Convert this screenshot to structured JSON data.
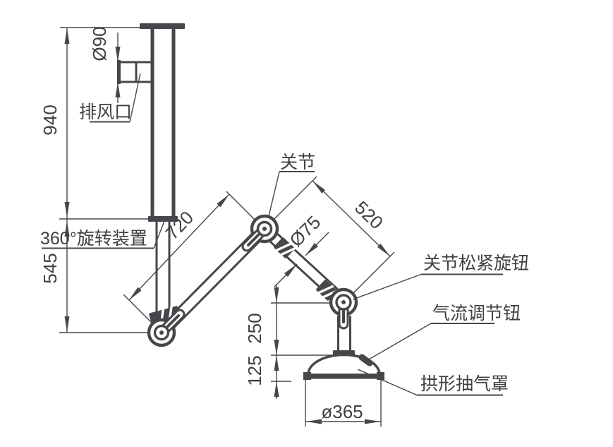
{
  "colors": {
    "line": "#47474b",
    "text": "#3f3f44",
    "background": "#ffffff"
  },
  "labels": {
    "exhaust_outlet": "排风口",
    "rotation_device": "360°旋转装置",
    "joint": "关节",
    "joint_tension_knob": "关节松紧旋钮",
    "airflow_adjust_knob": "气流调节钮",
    "arched_hood": "拱形抽气罩"
  },
  "dimensions": {
    "ceiling_to_rotation": "940",
    "rotation_to_elbow": "545",
    "outlet_diameter": "Ø90",
    "lower_arm_length": "720",
    "upper_arm_length": "520",
    "arm_tube_diameter": "Ø75",
    "joint_to_hood_top": "250",
    "hood_dome_height": "125",
    "hood_diameter": "ø365"
  }
}
